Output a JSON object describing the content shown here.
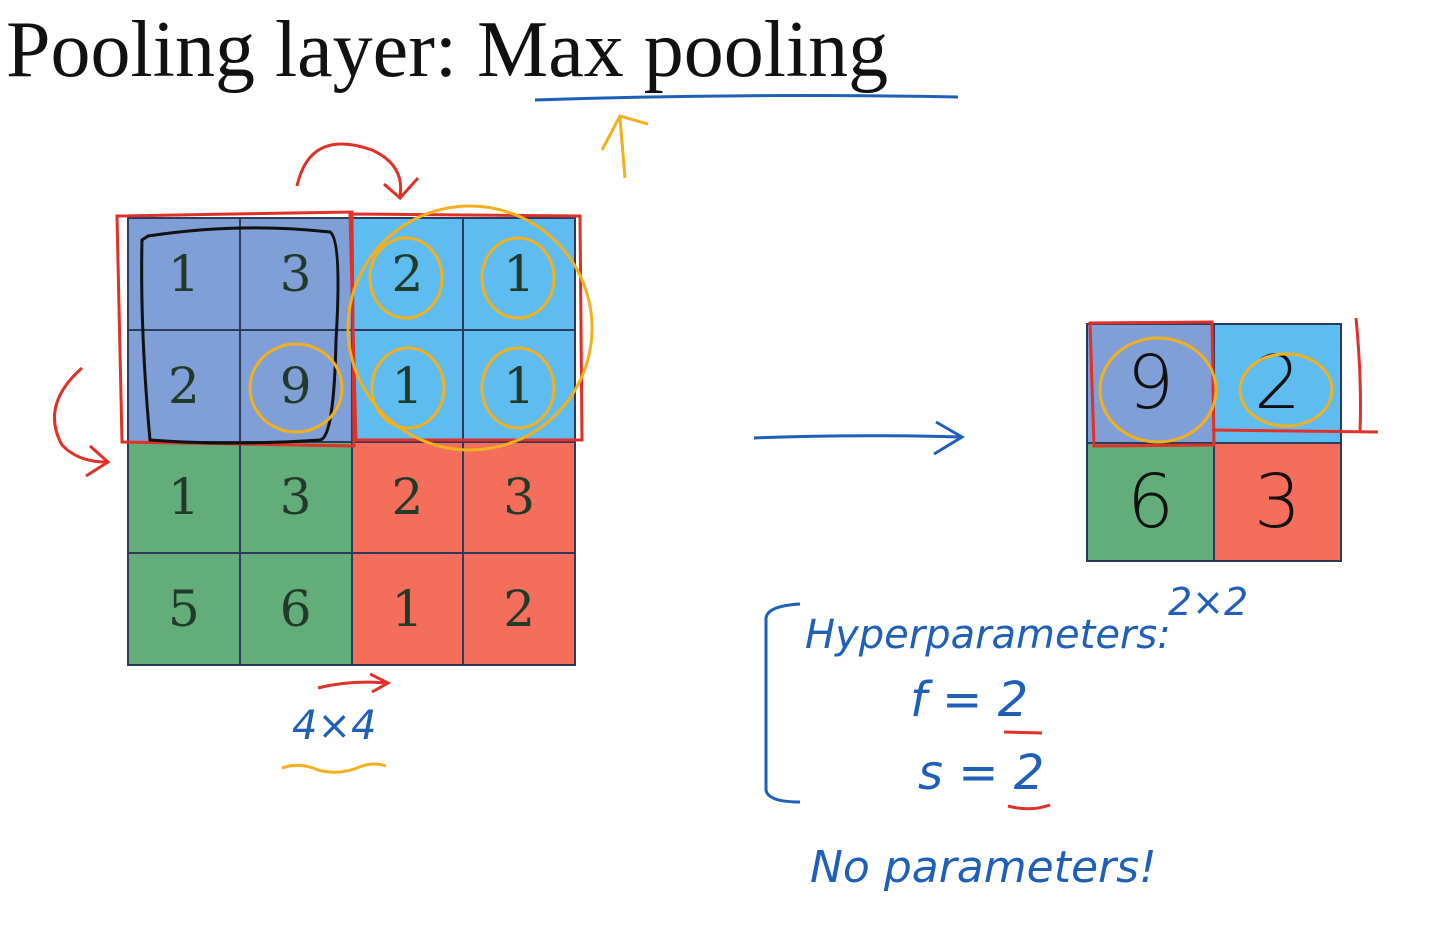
{
  "title": "Pooling layer: Max pooling",
  "input_grid": {
    "label": "4×4",
    "cells": [
      {
        "value": "1",
        "color": "#7f9fd6"
      },
      {
        "value": "3",
        "color": "#7f9fd6"
      },
      {
        "value": "2",
        "color": "#5fbcf0"
      },
      {
        "value": "1",
        "color": "#5fbcf0"
      },
      {
        "value": "2",
        "color": "#7f9fd6"
      },
      {
        "value": "9",
        "color": "#7f9fd6"
      },
      {
        "value": "1",
        "color": "#5fbcf0"
      },
      {
        "value": "1",
        "color": "#5fbcf0"
      },
      {
        "value": "1",
        "color": "#63ad7b"
      },
      {
        "value": "3",
        "color": "#63ad7b"
      },
      {
        "value": "2",
        "color": "#f46e5b"
      },
      {
        "value": "3",
        "color": "#f46e5b"
      },
      {
        "value": "5",
        "color": "#63ad7b"
      },
      {
        "value": "6",
        "color": "#63ad7b"
      },
      {
        "value": "1",
        "color": "#f46e5b"
      },
      {
        "value": "2",
        "color": "#f46e5b"
      }
    ]
  },
  "output_grid": {
    "label": "2×2",
    "cells": [
      {
        "value": "9",
        "color": "#7f9fd6"
      },
      {
        "value": "2",
        "color": "#5fbcf0"
      },
      {
        "value": "6",
        "color": "#63ad7b"
      },
      {
        "value": "3",
        "color": "#f46e5b"
      }
    ]
  },
  "notes": {
    "hyperparameters_heading": "Hyperparameters:",
    "f_line": "f = 2",
    "s_line": "s = 2",
    "no_params": "No parameters!"
  },
  "colors": {
    "ink_blue": "#1f5fb8",
    "ink_red": "#e0302a",
    "ink_orange": "#f2b01e",
    "ink_black": "#111111"
  }
}
